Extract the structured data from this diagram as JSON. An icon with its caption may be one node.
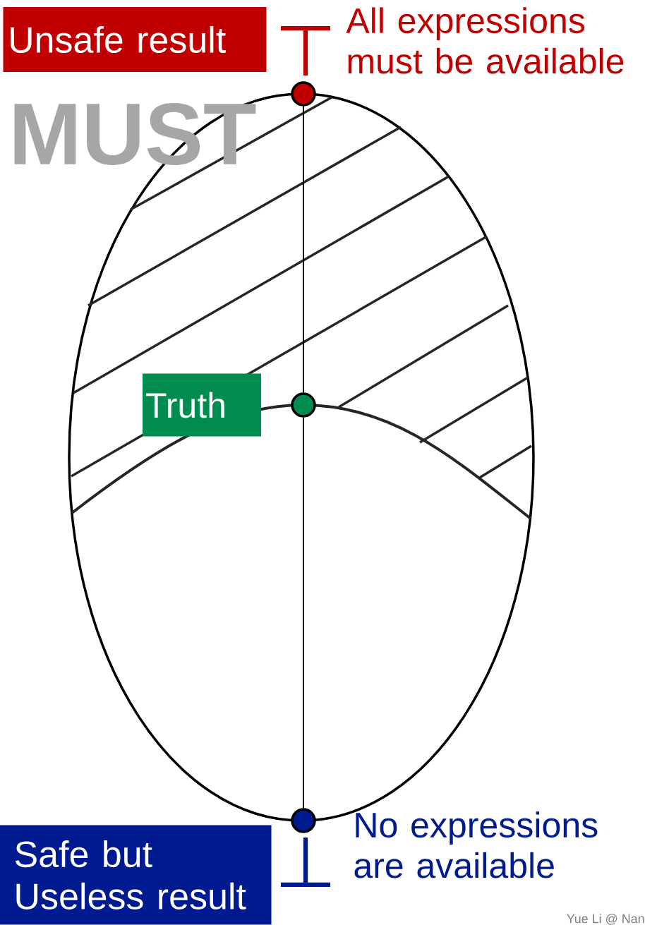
{
  "diagram": {
    "nodes": [
      {
        "text": [
          "Unsafe result"
        ]
      },
      {
        "text": [
          "Truth"
        ]
      },
      {
        "text": [
          "Safe but Useless result"
        ]
      },
      {
        "text": [],
        "shape": "circle"
      },
      {
        "text": [],
        "shape": "circle"
      },
      {
        "text": [],
        "shape": "circle"
      }
    ],
    "edges": [
      {
        "from": 3,
        "to": 4,
        "arrow": "none"
      },
      {
        "from": 4,
        "to": 5,
        "arrow": "none"
      }
    ],
    "labels": [
      "⊤",
      "All expressions must be available",
      "MUST",
      "⊥",
      "No expressions are available",
      "Yue Li @ Nan"
    ]
  }
}
